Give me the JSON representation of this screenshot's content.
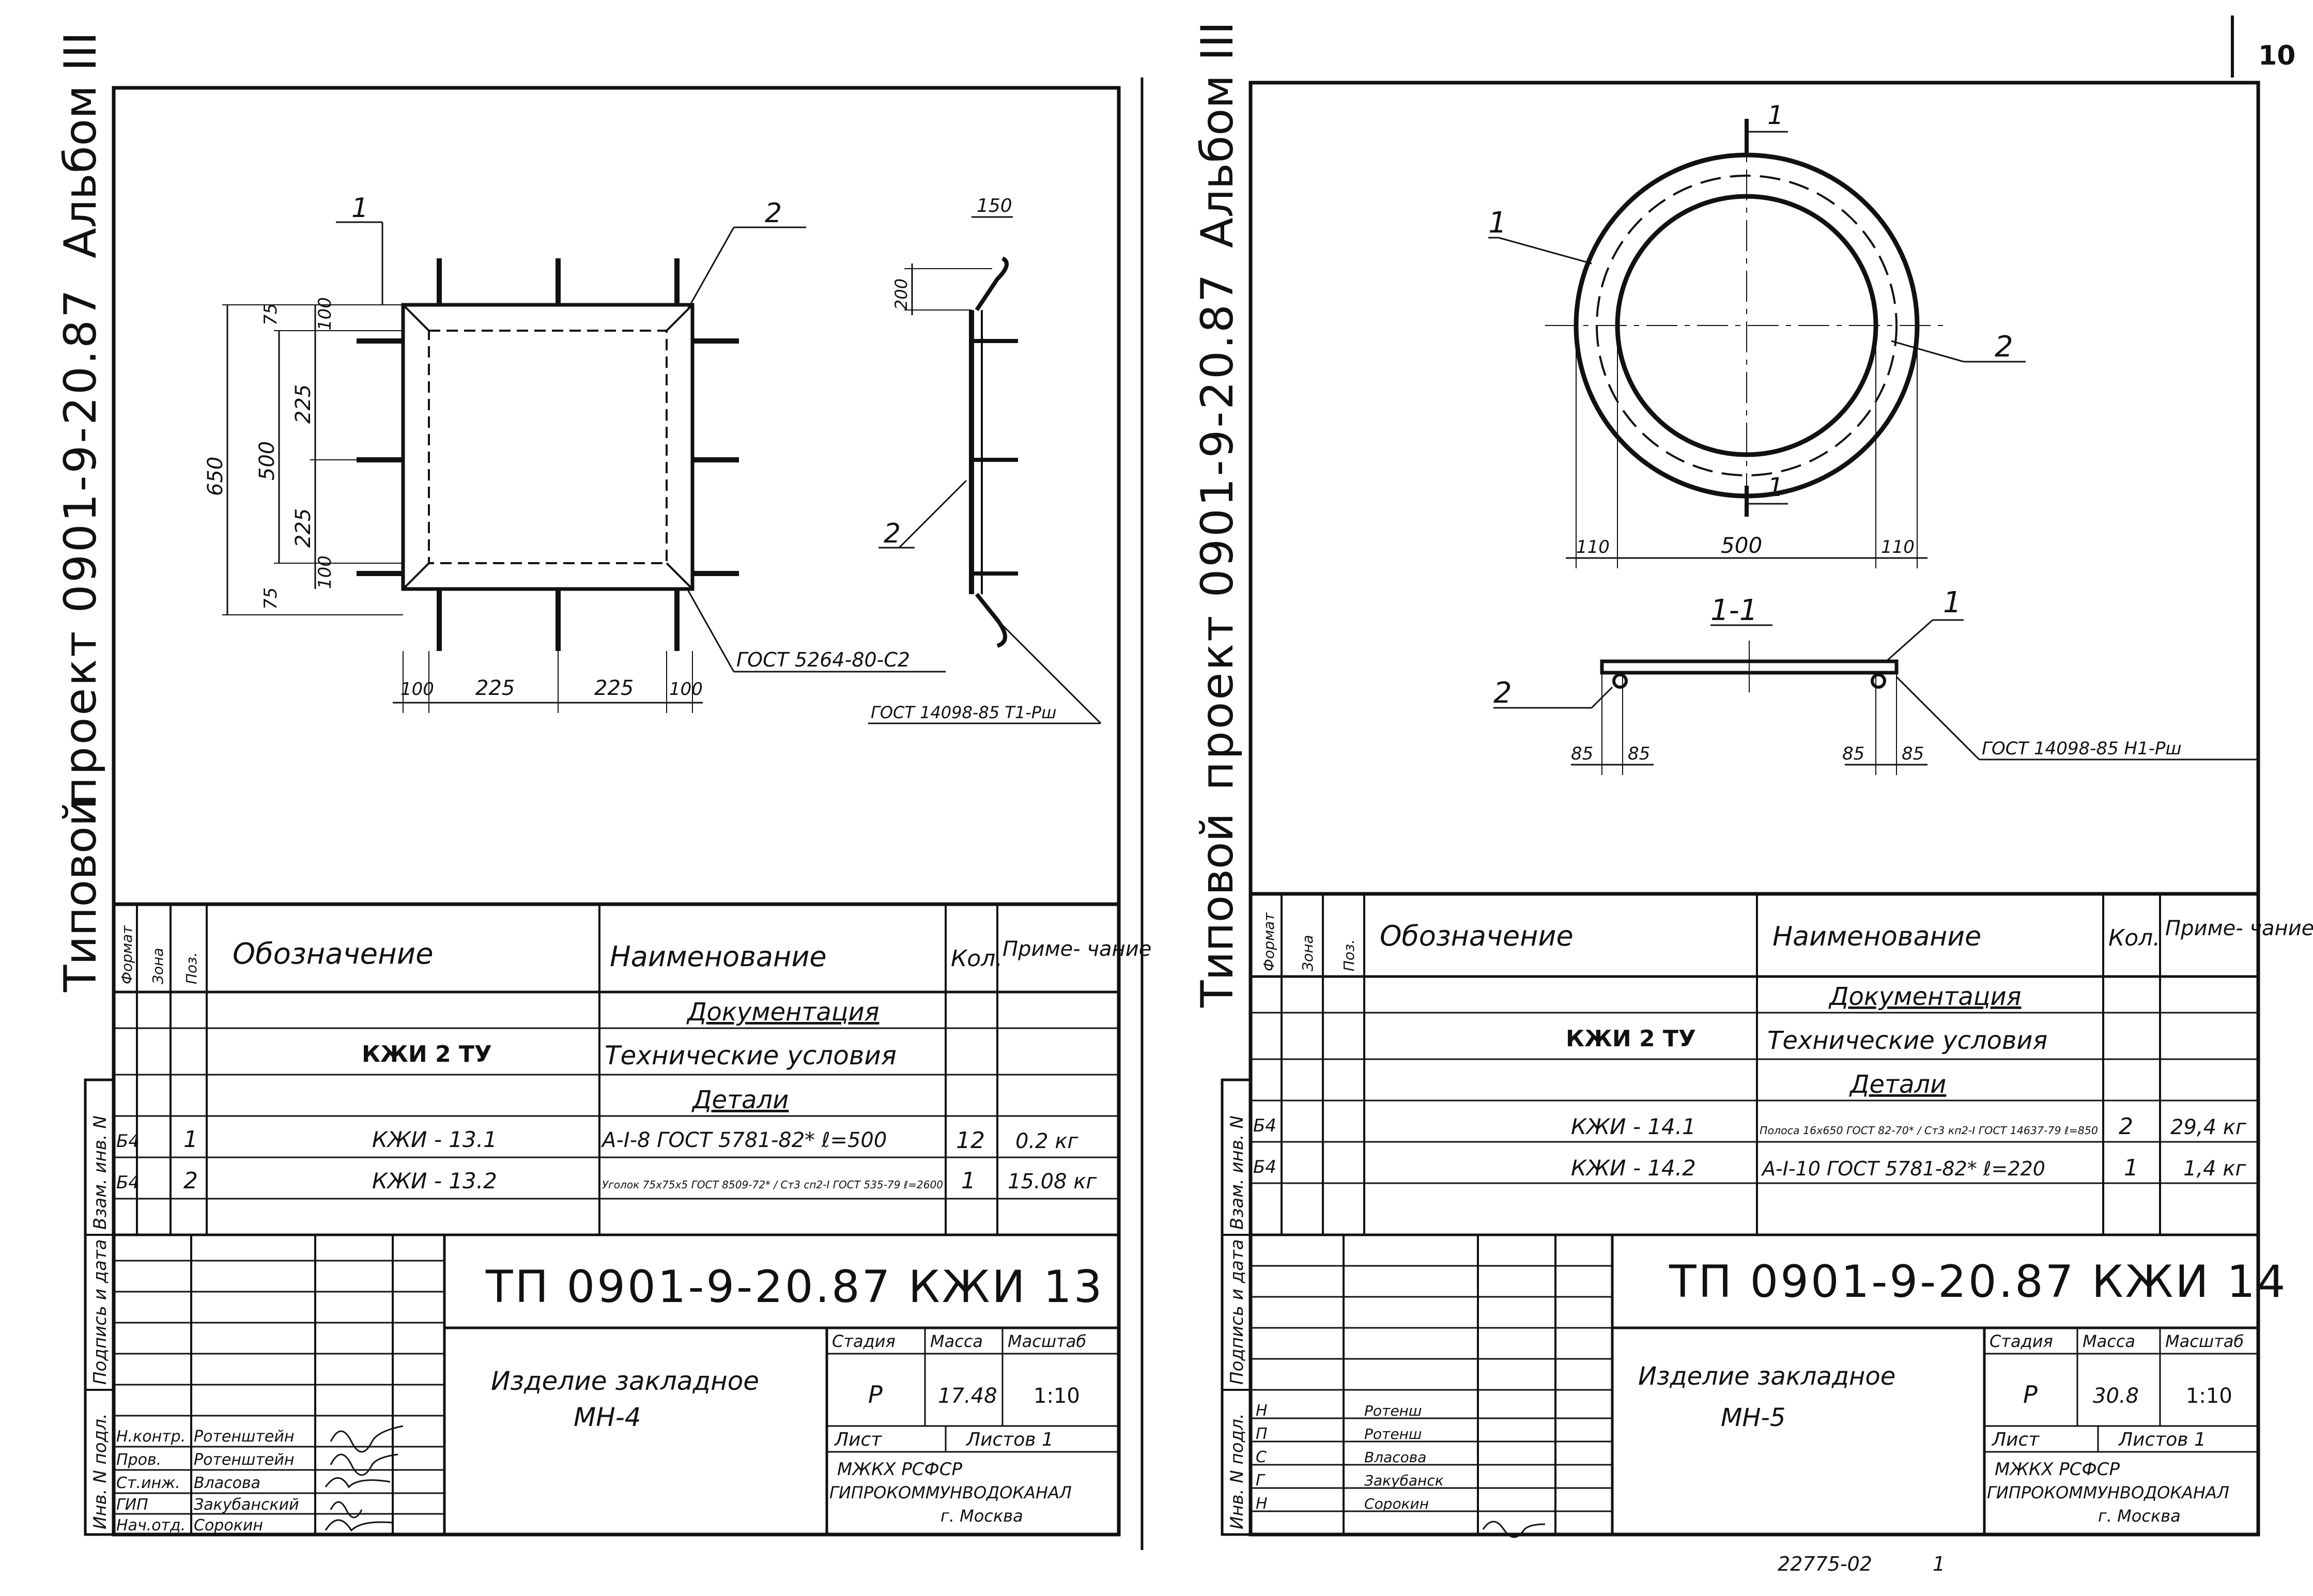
{
  "page_number": "10",
  "bottom_code": "22775-02",
  "bottom_mark": "1",
  "sheets": [
    {
      "side_title_1": "Типовой",
      "side_title_2": "проект 0901-9-20.87",
      "side_title_3": "Альбом III",
      "side_stamp_labels": [
        "Взам. инв. N",
        "Подпись и дата",
        "Инв. N подл."
      ],
      "callouts": [
        "1",
        "2",
        "2"
      ],
      "dims_left": [
        "650",
        "500",
        "75",
        "225",
        "225",
        "75",
        "100",
        "100"
      ],
      "dims_bottom": [
        "100",
        "225",
        "225",
        "100"
      ],
      "dim_side": [
        "150",
        "200"
      ],
      "weld_note_1": "ГОСТ 5264-80-С2",
      "weld_note_2": "ГОСТ 14098-85 Т1-Рш",
      "spec_headers": [
        "Формат",
        "Зона",
        "Поз.",
        "Обозначение",
        "Наименование",
        "Кол.",
        "Приме- чание"
      ],
      "spec_section_doc": "Документация",
      "spec_section_parts": "Детали",
      "spec_rows": [
        {
          "fmt": "",
          "pos": "",
          "code": "КЖИ 2 ТУ",
          "name": "Технические условия",
          "qty": "",
          "note": ""
        },
        {
          "fmt": "Б4",
          "pos": "1",
          "code": "КЖИ - 13.1",
          "name": "А-I-8 ГОСТ 5781-82* ℓ=500",
          "qty": "12",
          "note": "0.2 кг"
        },
        {
          "fmt": "Б4",
          "pos": "2",
          "code": "КЖИ - 13.2",
          "name": "Уголок 75х75х5 ГОСТ 8509-72* / Ст3 сп2-I ГОСТ 535-79 ℓ=2600",
          "qty": "1",
          "note": "15.08 кг"
        }
      ],
      "doc_code": "ТП 0901-9-20.87 КЖИ 13",
      "item_name_1": "Изделие закладное",
      "item_name_2": "МН-4",
      "stage_labels": [
        "Стадия",
        "Масса",
        "Масштаб"
      ],
      "stage": "Р",
      "mass": "17.48",
      "scale": "1:10",
      "sheet_label": "Лист",
      "sheets_label": "Листов 1",
      "org_1": "МЖКХ РСФСР",
      "org_2": "ГИПРОКОММУНВОДОКАНАЛ",
      "org_3": "г. Москва",
      "signers": [
        {
          "role": "Н.контр.",
          "name": "Ротенштейн"
        },
        {
          "role": "Пров.",
          "name": "Ротенштейн"
        },
        {
          "role": "Ст.инж.",
          "name": "Власова"
        },
        {
          "role": "ГИП",
          "name": "Закубанский"
        },
        {
          "role": "Нач.отд.",
          "name": "Сорокин"
        }
      ]
    },
    {
      "side_title_1": "Типовой",
      "side_title_2": "проект 0901-9-20.87",
      "side_title_3": "Альбом III",
      "side_stamp_labels": [
        "Взам. инв. N",
        "Подпись и дата",
        "Инв. N подл."
      ],
      "callouts": [
        "1",
        "2",
        "1",
        "2"
      ],
      "section_mark": "1",
      "section_label": "1-1",
      "dims_bottom": [
        "110",
        "500",
        "110"
      ],
      "dims_section": [
        "85",
        "85",
        "85",
        "85"
      ],
      "weld_note_1": "ГОСТ 14098-85 Н1-Рш",
      "spec_headers": [
        "Формат",
        "Зона",
        "Поз.",
        "Обозначение",
        "Наименование",
        "Кол.",
        "Приме- чание"
      ],
      "spec_section_doc": "Документация",
      "spec_section_parts": "Детали",
      "spec_rows": [
        {
          "fmt": "",
          "pos": "",
          "code": "КЖИ 2 ТУ",
          "name": "Технические условия",
          "qty": "",
          "note": ""
        },
        {
          "fmt": "Б4",
          "pos": "",
          "code": "КЖИ - 14.1",
          "name": "Полоса 16х650 ГОСТ 82-70* / Ст3 кп2-I ГОСТ 14637-79 ℓ=850",
          "qty": "2",
          "note": "29,4 кг"
        },
        {
          "fmt": "Б4",
          "pos": "",
          "code": "КЖИ - 14.2",
          "name": "А-I-10 ГОСТ 5781-82* ℓ=220",
          "qty": "1",
          "note": "1,4 кг"
        }
      ],
      "doc_code": "ТП 0901-9-20.87 КЖИ 14",
      "item_name_1": "Изделие закладное",
      "item_name_2": "МН-5",
      "stage_labels": [
        "Стадия",
        "Масса",
        "Масштаб"
      ],
      "stage": "Р",
      "mass": "30.8",
      "scale": "1:10",
      "sheet_label": "Лист",
      "sheets_label": "Листов 1",
      "org_1": "МЖКХ РСФСР",
      "org_2": "ГИПРОКОММУНВОДОКАНАЛ",
      "org_3": "г. Москва",
      "signers": [
        {
          "role": "Н",
          "name": "Ротенш"
        },
        {
          "role": "П",
          "name": "Ротенш"
        },
        {
          "role": "С",
          "name": "Власова"
        },
        {
          "role": "Г",
          "name": "Закубанск"
        },
        {
          "role": "Н",
          "name": "Сорокин"
        }
      ]
    }
  ]
}
